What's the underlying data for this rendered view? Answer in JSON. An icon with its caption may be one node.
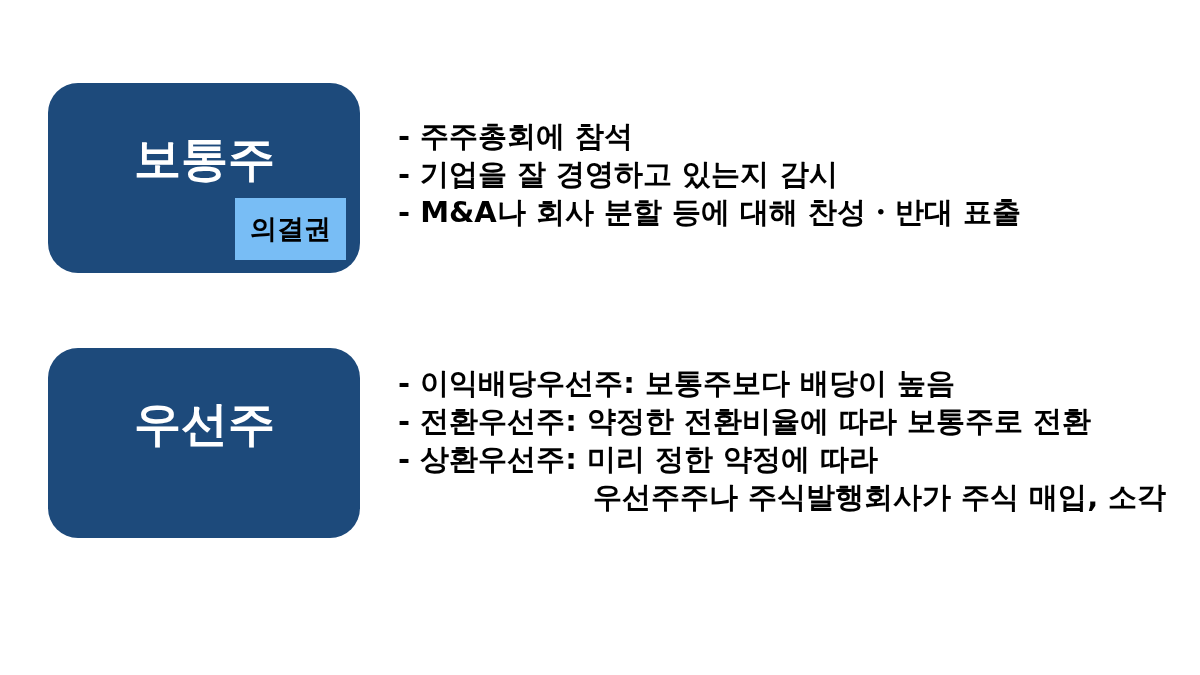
{
  "diagram": {
    "nodes": [
      {
        "text": [
          "보통주"
        ],
        "beside": [
          "- 주주총회에 참석",
          "- 기업을 잘 경영하고 있는지 감시",
          "- M&A나 회사 분할 등에 대해 찬성・반대 표출"
        ]
      },
      {
        "text": [
          "의결권"
        ],
        "in": 0
      },
      {
        "text": [
          "우선주"
        ],
        "beside": [
          "- 이익배당우선주: 보통주보다 배당이 높음",
          "- 전환우선주: 약정한 전환비율에 따라 보통주로 전환",
          "- 상환우선주: 미리 정한 약정에 따라 우선주주나 주식발행회사가 주식 매입, 소각"
        ]
      }
    ]
  }
}
